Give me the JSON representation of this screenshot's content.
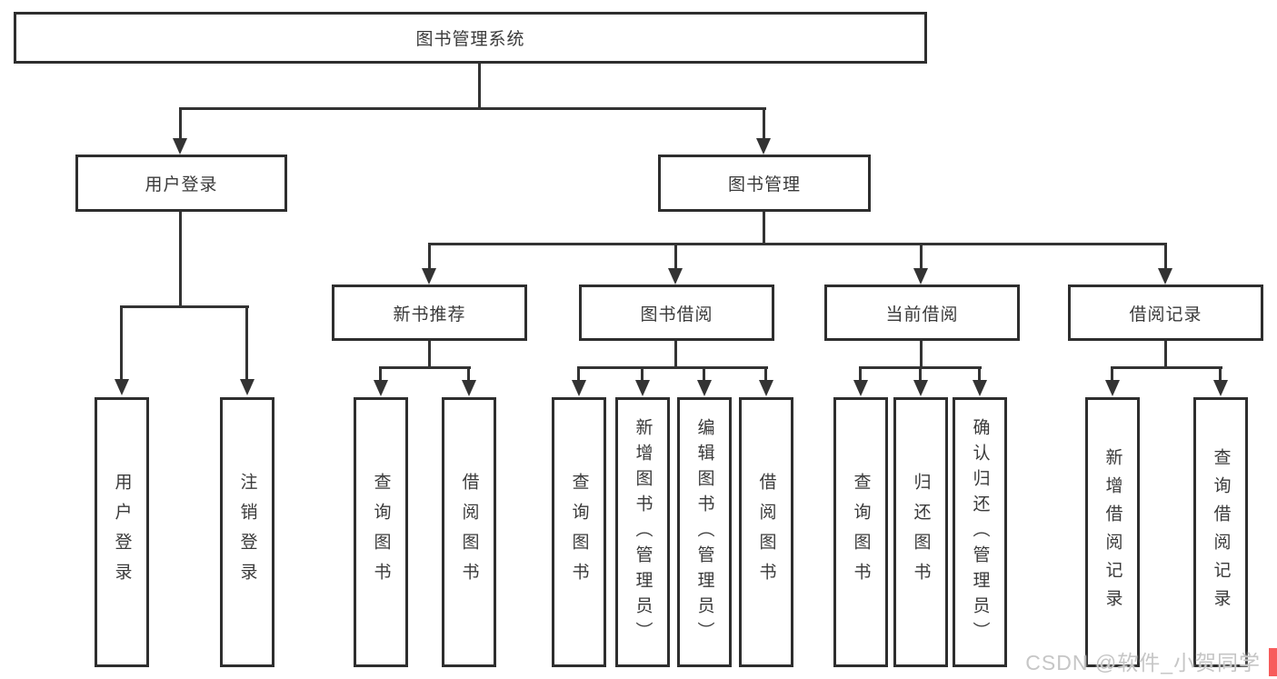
{
  "nodes": {
    "root": "图书管理系统",
    "user_login": "用户登录",
    "book_management": "图书管理",
    "new_book_recommend": "新书推荐",
    "book_borrow": "图书借阅",
    "current_borrow": "当前借阅",
    "borrow_record": "借阅记录",
    "leaf_user_login": "用户登录",
    "leaf_logout": "注销登录",
    "leaf_query_book_recommend": "查询图书",
    "leaf_borrow_book_recommend": "借阅图书",
    "leaf_query_book_borrow": "查询图书",
    "leaf_add_book_admin": "新增图书（管理员）",
    "leaf_edit_book_admin": "编辑图书（管理员）",
    "leaf_borrow_book_borrow": "借阅图书",
    "leaf_query_book_current": "查询图书",
    "leaf_return_book": "归还图书",
    "leaf_confirm_return_admin": "确认归还（管理员）",
    "leaf_add_borrow_record": "新增借阅记录",
    "leaf_query_borrow_record": "查询借阅记录"
  },
  "watermark": {
    "text": "CSDN @软件_小贺同学"
  },
  "colors": {
    "background": "#ffffff",
    "box_border": "#2e2e2e",
    "connector_line": "#333333",
    "text": "#3a3a3a",
    "watermark_text": "#c6c6c6",
    "watermark_accent_red": "#f75c5c"
  }
}
